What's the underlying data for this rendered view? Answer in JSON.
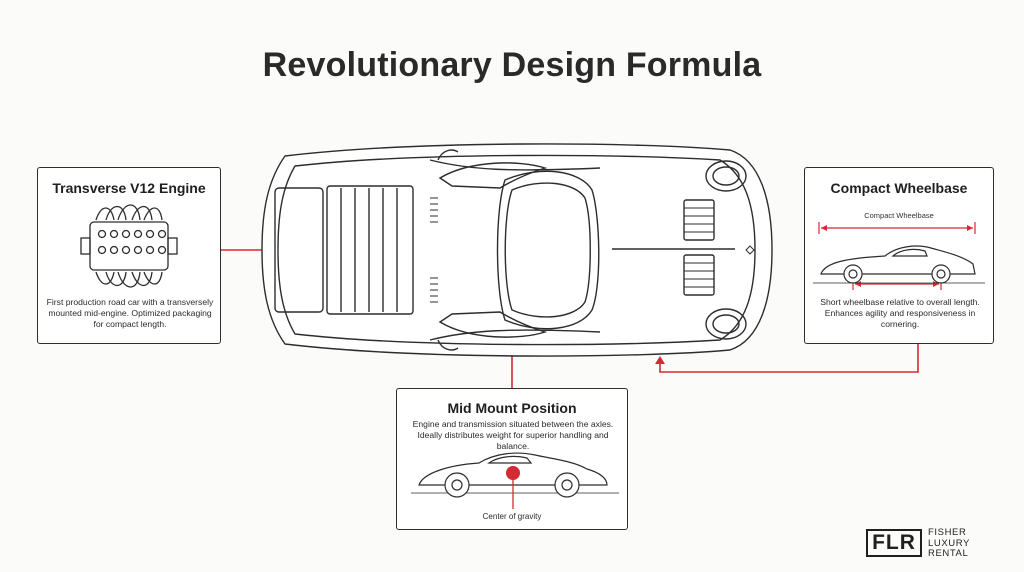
{
  "title": "Revolutionary Design Formula",
  "cards": {
    "engine": {
      "heading": "Transverse V12 Engine",
      "description": "First production road car with a transversely mounted mid-engine. Optimized packaging for compact length."
    },
    "wheelbase": {
      "heading": "Compact Wheelbase",
      "dimension_label": "Compact Wheelbase",
      "description": "Short wheelbase relative to overall length. Enhances agility and responsiveness in cornering."
    },
    "mid_mount": {
      "heading": "Mid Mount Position",
      "description": "Engine and transmission situated between the axles. Ideally distributes weight for superior handling and balance.",
      "cog_label": "Center of gravity"
    }
  },
  "logo": {
    "mark": "FLR",
    "line1": "FISHER",
    "line2": "LUXURY",
    "line3": "RENTAL"
  },
  "colors": {
    "accent": "#d42a33",
    "line": "#2d2d2d"
  }
}
